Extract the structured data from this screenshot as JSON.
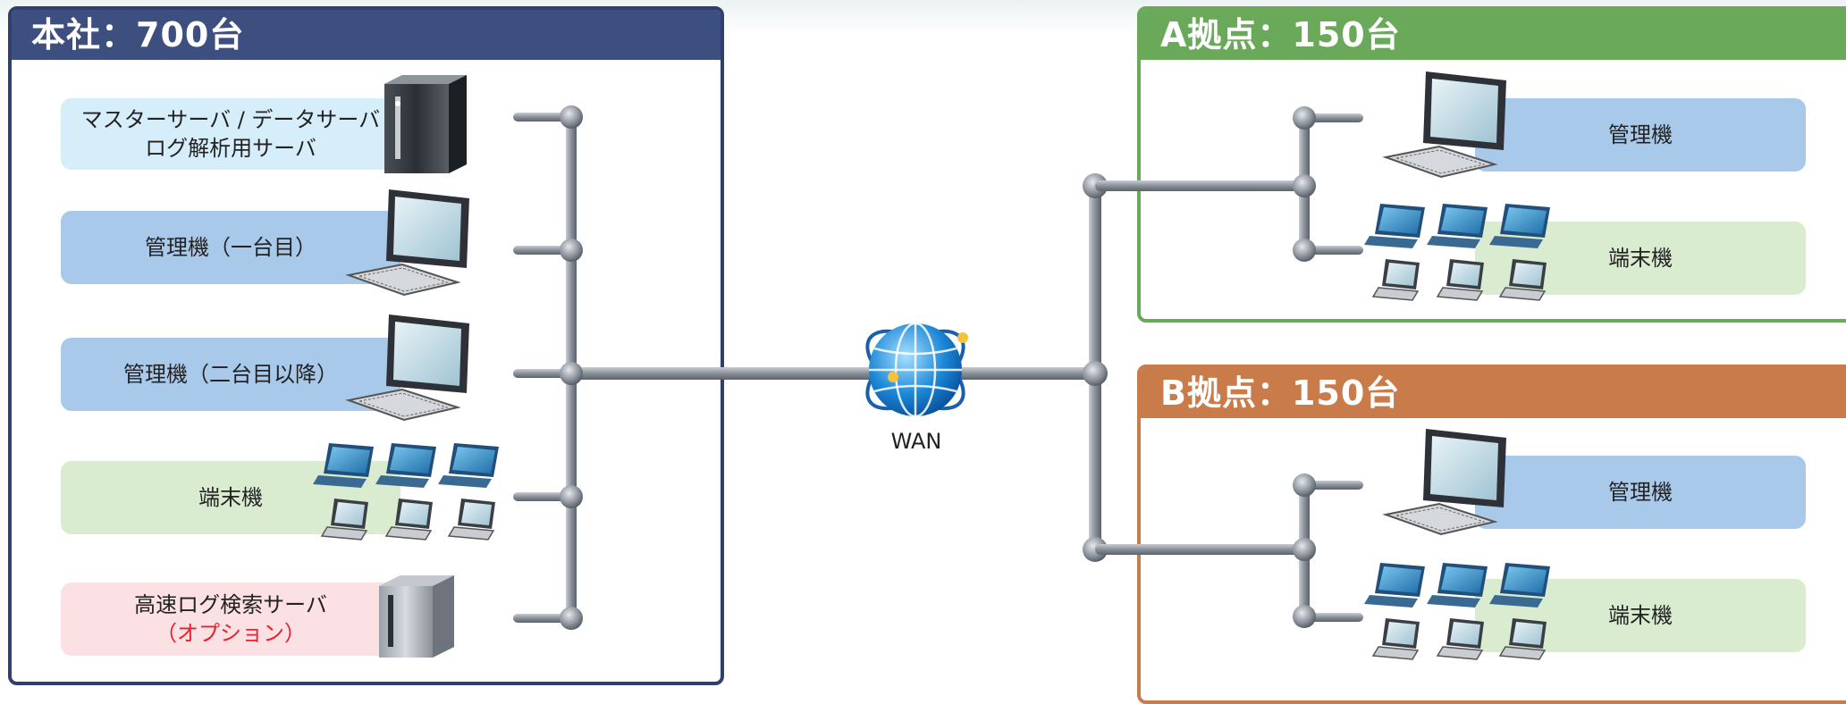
{
  "headquarters": {
    "title": "本社：700台",
    "rows": [
      {
        "label_line1": "マスターサーバ / データサーバ",
        "label_line2": "ログ解析用サーバ",
        "device": "server-tower-icon"
      },
      {
        "label_line1": "管理機（一台目）",
        "device": "desktop-computer-icon"
      },
      {
        "label_line1": "管理機（二台目以降）",
        "device": "desktop-computer-icon"
      },
      {
        "label_line1": "端末機",
        "device": "laptop-group-icon"
      },
      {
        "label_line1": "高速ログ検索サーバ",
        "label_line2": "（オプション）",
        "device": "server-small-icon"
      }
    ]
  },
  "wan": {
    "label": "WAN",
    "icon": "globe-network-icon"
  },
  "site_a": {
    "title": "A拠点：150台",
    "rows": [
      {
        "label": "管理機",
        "device": "desktop-computer-icon"
      },
      {
        "label": "端末機",
        "device": "laptop-group-icon"
      }
    ]
  },
  "site_b": {
    "title": "B拠点：150台",
    "rows": [
      {
        "label": "管理機",
        "device": "desktop-computer-icon"
      },
      {
        "label": "端末機",
        "device": "laptop-group-icon"
      }
    ]
  },
  "colors": {
    "headquarters": "#3d4f7f",
    "site_a": "#6aa95a",
    "site_b": "#c97b4a",
    "option_text": "#e8212c"
  }
}
